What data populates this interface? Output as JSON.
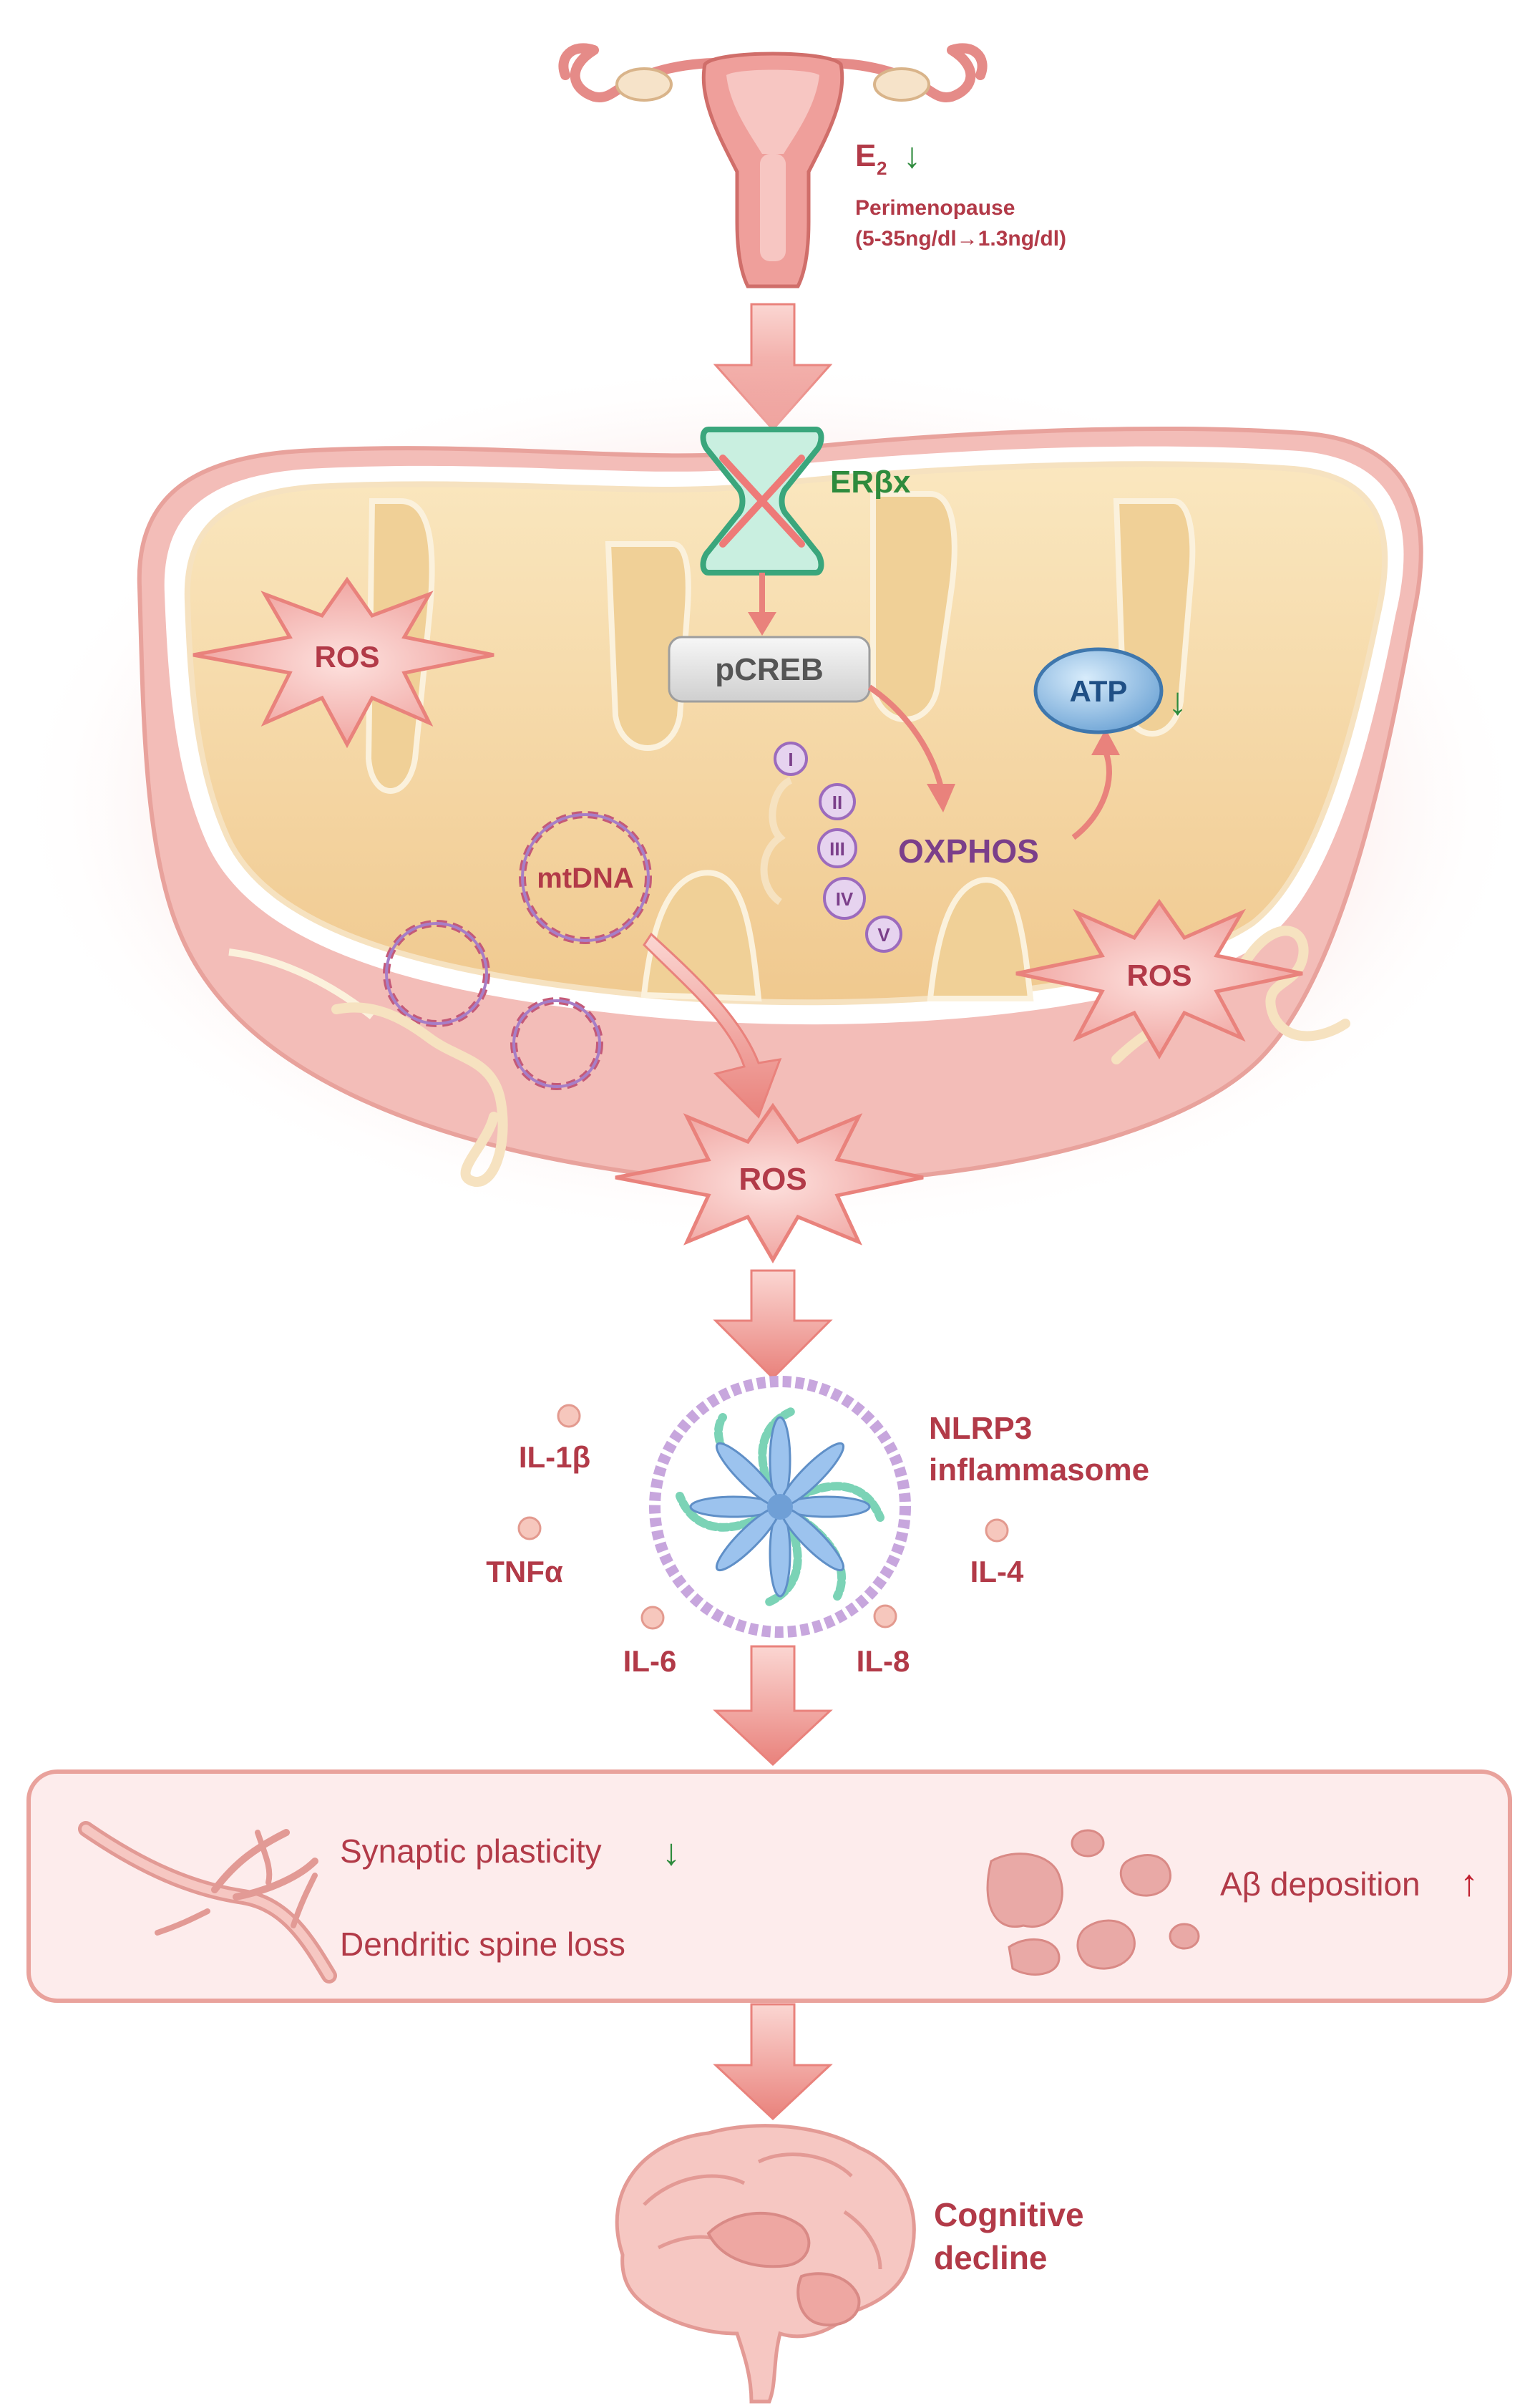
{
  "hormone": {
    "symbol": "E",
    "subscript": "2",
    "arrow": "↓",
    "phase": "Perimenopause",
    "range": "(5-35ng/dl→1.3ng/dl)"
  },
  "receptor": {
    "label": "ERβx"
  },
  "mito": {
    "pcreb": "pCREB",
    "oxphos": "OXPHOS",
    "atp": "ATP",
    "atp_arrow": "↓",
    "ros_labels": [
      "ROS",
      "ROS"
    ],
    "mtdna": "mtDNA",
    "complexes": [
      "I",
      "II",
      "III",
      "IV",
      "V"
    ]
  },
  "ros_out": "ROS",
  "inflammasome": {
    "title_line1": "NLRP3",
    "title_line2": "inflammasome",
    "cytokines": [
      "IL-1β",
      "TNFα",
      "IL-6",
      "IL-8",
      "IL-4"
    ]
  },
  "effects": {
    "synaptic": "Synaptic plasticity",
    "synaptic_arrow": "↓",
    "spine": "Dendritic spine loss",
    "abeta": "Aβ deposition",
    "abeta_arrow": "↑"
  },
  "outcome": {
    "line1": "Cognitive",
    "line2": "decline"
  },
  "colors": {
    "accent_red": "#b23a48",
    "down_green": "#2e8b3d",
    "purple": "#7b3f8a",
    "mito_fill": "#f3d9a6",
    "mito_outer": "#f2b9b5"
  }
}
